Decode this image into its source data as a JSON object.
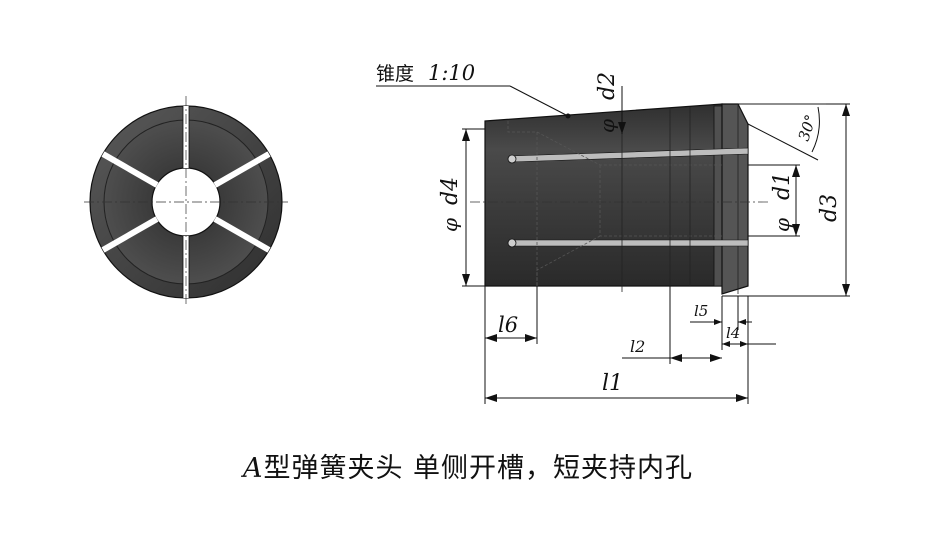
{
  "labels": {
    "taper": "锥度",
    "taper_ratio": "1:10",
    "d1": "d1",
    "d2": "d2",
    "d3": "d3",
    "d4": "d4",
    "l1": "l1",
    "l2": "l2",
    "l4": "l4",
    "l5": "l5",
    "l6": "l6",
    "angle": "30°",
    "phi": "φ"
  },
  "caption": {
    "type_letter": "A",
    "text": "型弹簧夹头 单侧开槽，短夹持内孔"
  },
  "colors": {
    "body_dark": "#3f3f3f",
    "body_light": "#6a6a6a",
    "line": "#111111"
  }
}
